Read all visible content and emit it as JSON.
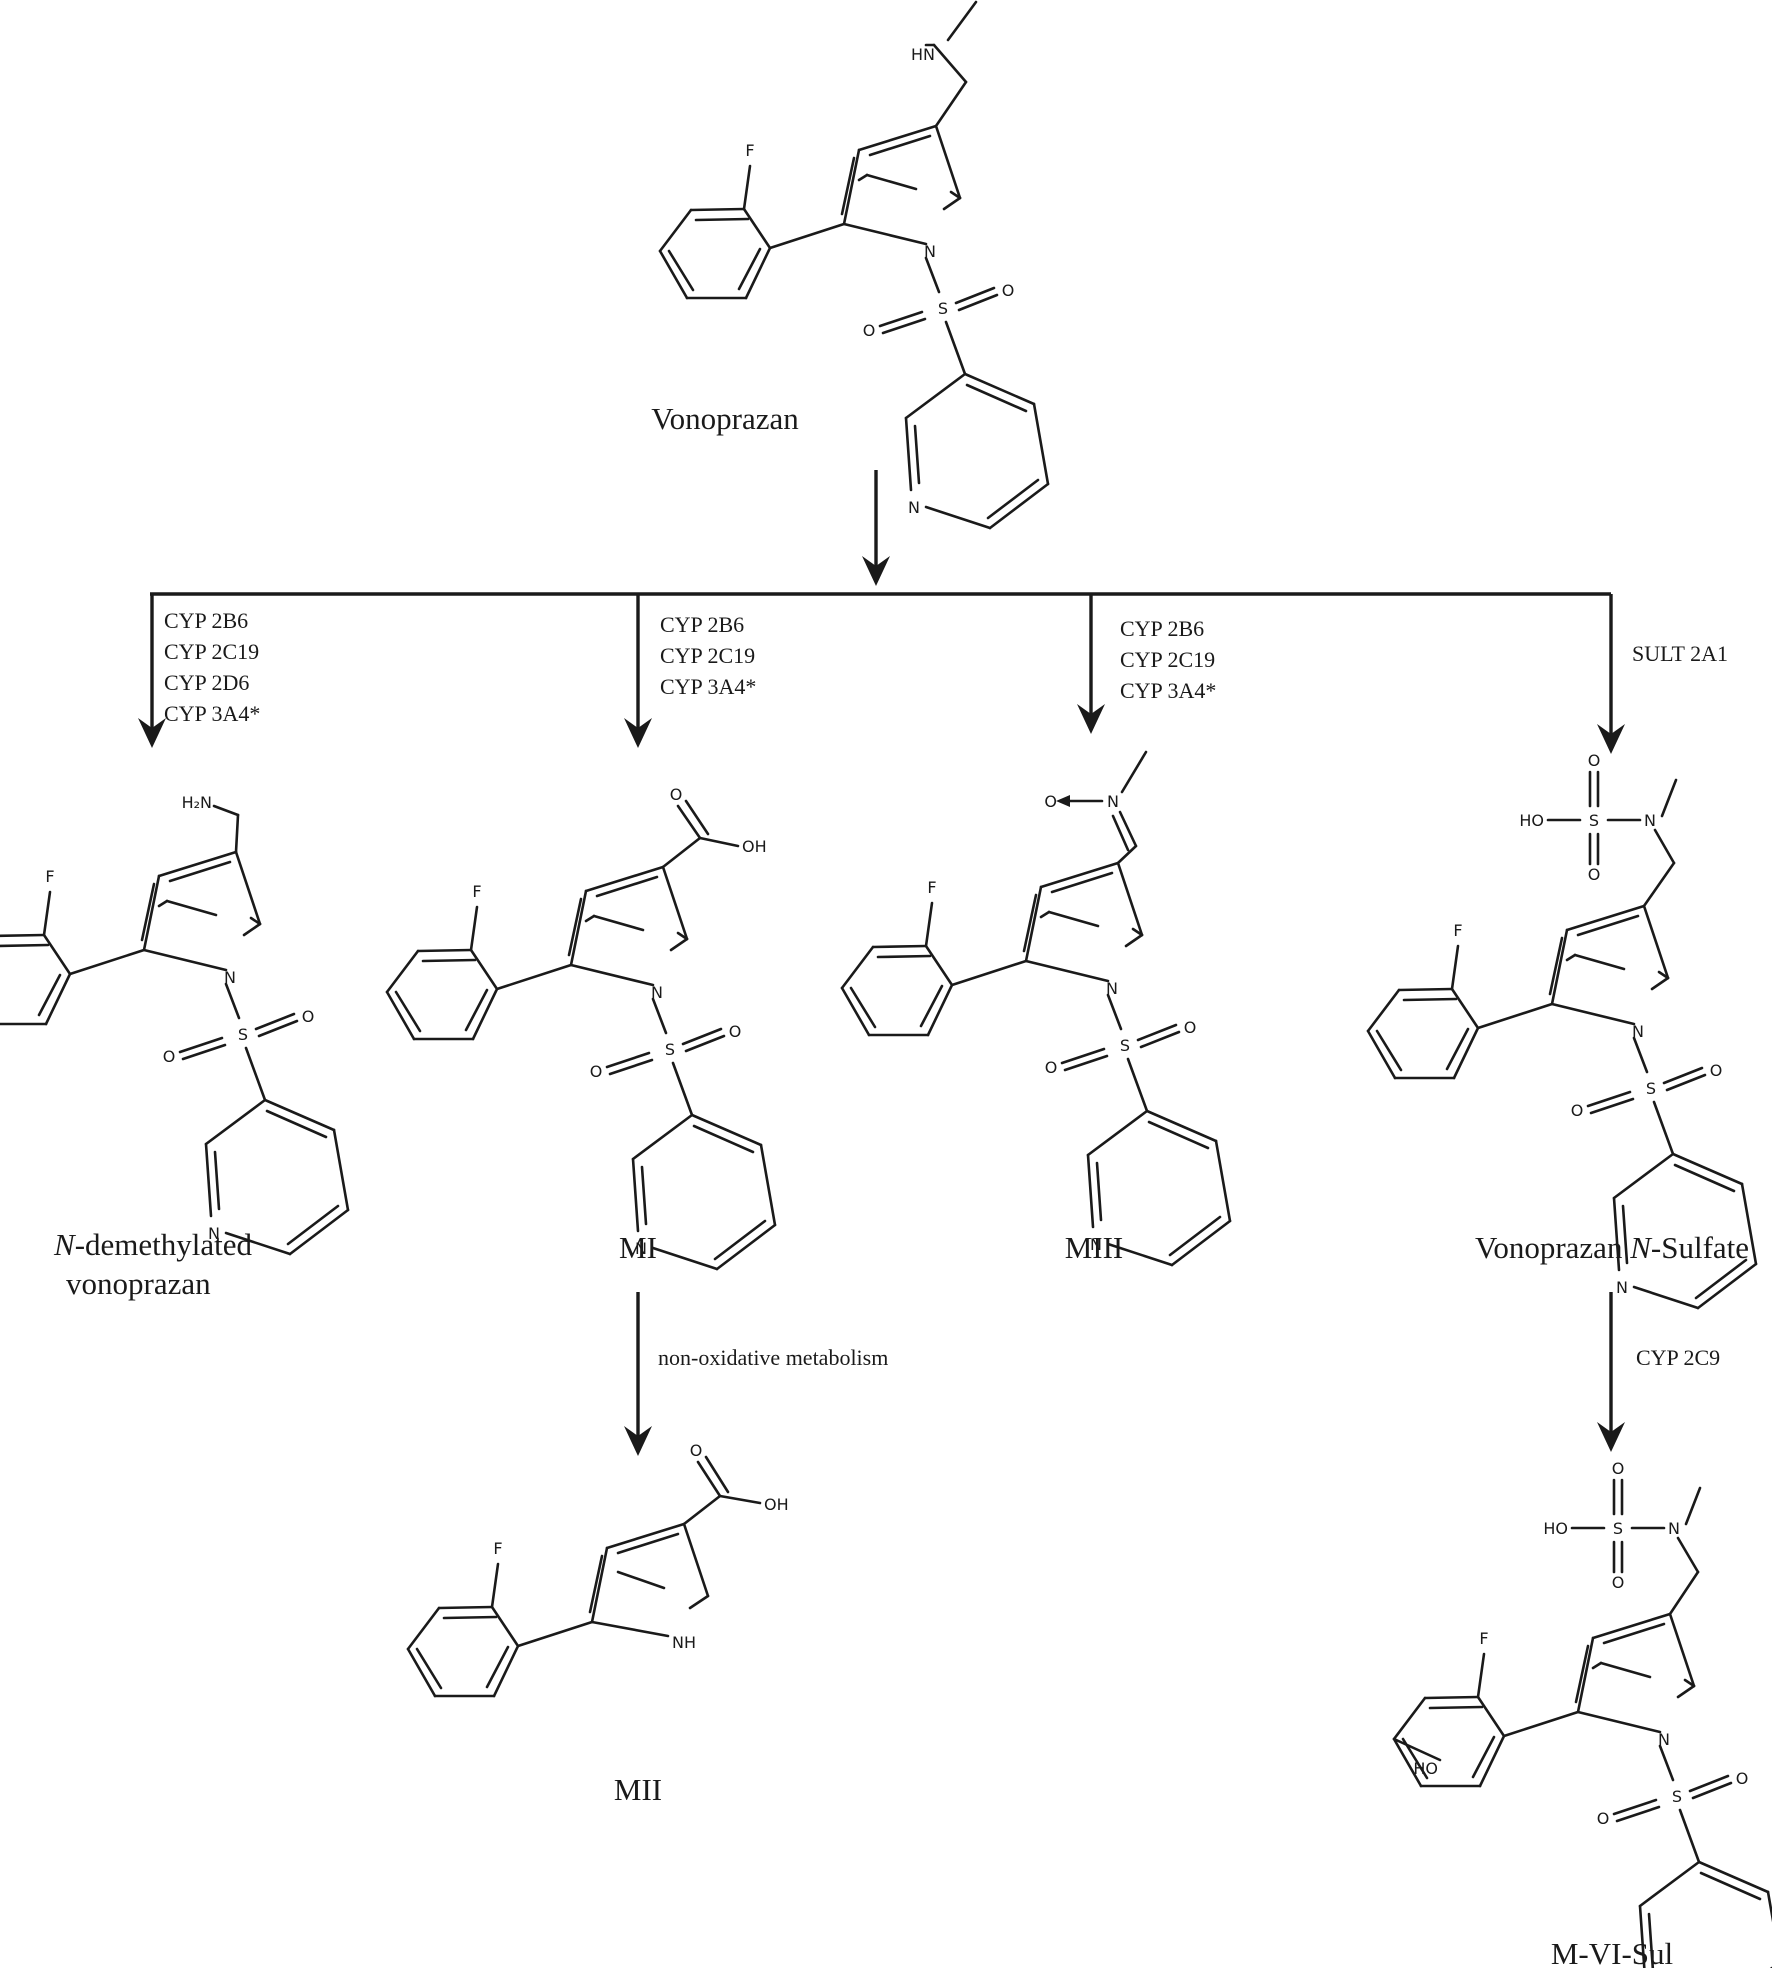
{
  "compounds": {
    "parent": "Vonoprazan",
    "n_demethyl_italic": "N",
    "n_demethyl_line1": "-demethylated",
    "n_demethyl_line2": "vonoprazan",
    "mi": "MI",
    "miii": "MIII",
    "nsulfate_prefix": "Vonoprazan ",
    "nsulfate_italic": "N",
    "nsulfate_suffix": "-Sulfate",
    "mii": "MII",
    "mvisul": "M-VI-Sul"
  },
  "enzymes": {
    "branch1": [
      "CYP 2B6",
      "CYP 2C19",
      "CYP 2D6",
      "CYP 3A4*"
    ],
    "branch2": [
      "CYP 2B6",
      "CYP 2C19",
      "CYP 3A4*"
    ],
    "branch3": [
      "CYP 2B6",
      "CYP 2C19",
      "CYP 3A4*"
    ],
    "branch4": "SULT 2A1",
    "mi_to_mii": "non-oxidative metabolism",
    "sulfate_to_mvi": "CYP 2C9"
  },
  "atoms": {
    "F": "F",
    "N": "N",
    "S": "S",
    "O": "O",
    "HN": "HN",
    "H2N": "H₂N",
    "OH": "OH",
    "HO": "HO",
    "NH": "NH"
  }
}
